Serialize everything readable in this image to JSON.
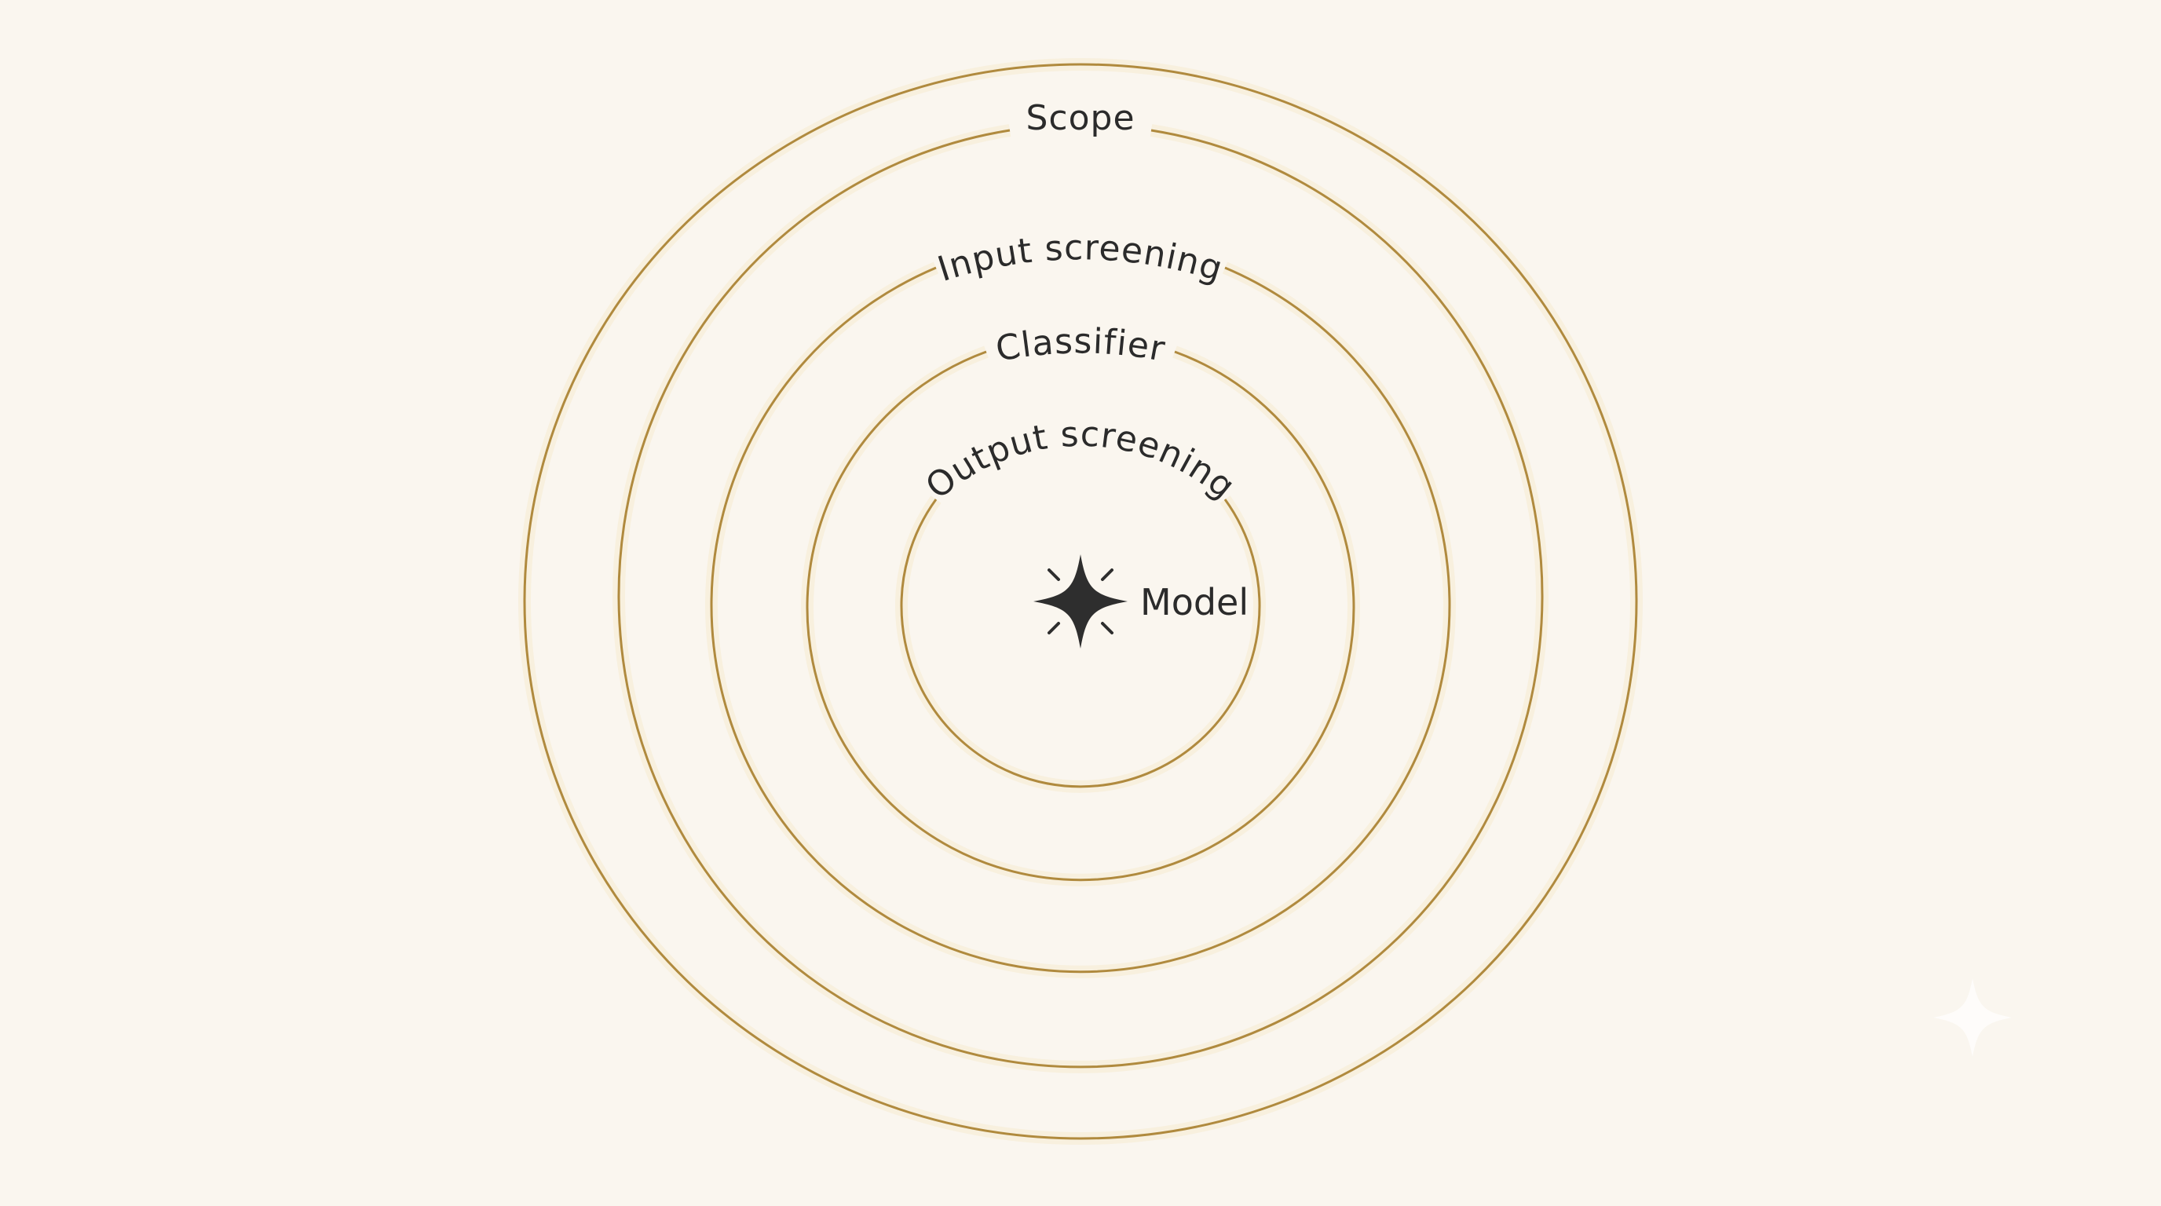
{
  "diagram": {
    "layers": [
      {
        "id": "scope",
        "label": "Scope"
      },
      {
        "id": "input-screening",
        "label": "Input screening"
      },
      {
        "id": "classifier",
        "label": "Classifier"
      },
      {
        "id": "output-screening",
        "label": "Output screening"
      }
    ],
    "center": {
      "label": "Model",
      "icon": "sparkle-icon"
    },
    "watermark_icon": "sparkle-icon",
    "colors": {
      "background": "#faf6ef",
      "ring_stroke": "#b08a3e",
      "ring_glow": "#f3d9a4",
      "label": "#2b2b2b",
      "icon": "#2e2e2e",
      "watermark": "#ffffff"
    }
  }
}
